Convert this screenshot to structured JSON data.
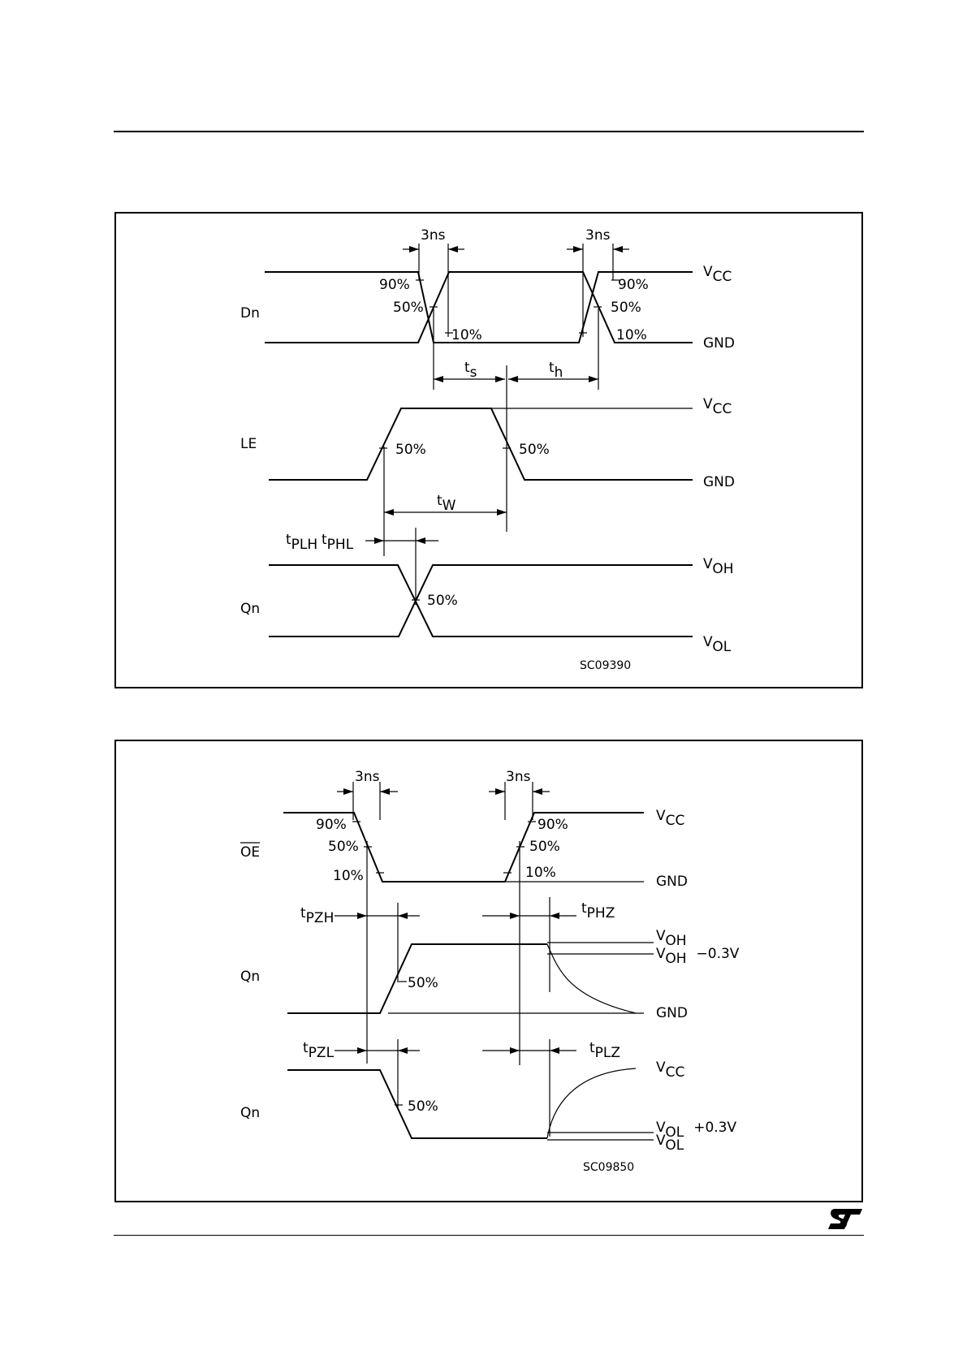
{
  "diagram1": {
    "signals": {
      "dn": "Dn",
      "le": "LE",
      "qn": "Qn"
    },
    "rail_labels": {
      "vcc1": {
        "main": "V",
        "sub": "CC"
      },
      "gnd1": "GND",
      "vcc2": {
        "main": "V",
        "sub": "CC"
      },
      "gnd2": "GND",
      "voh": {
        "main": "V",
        "sub": "OH"
      },
      "vol": {
        "main": "V",
        "sub": "OL"
      }
    },
    "edge_time_left": "3ns",
    "edge_time_right": "3ns",
    "levels": {
      "dn_l90": "90%",
      "dn_l50": "50%",
      "dn_l10": "10%",
      "dn_r90": "90%",
      "dn_r50": "50%",
      "dn_r10": "10%",
      "le_l50": "50%",
      "le_r50": "50%",
      "qn_50": "50%"
    },
    "timings": {
      "ts": {
        "main": "t",
        "sub": "s"
      },
      "th": {
        "main": "t",
        "sub": "h"
      },
      "tw": {
        "main": "t",
        "sub": "W"
      },
      "tplh": {
        "main": "t",
        "sub": "PLH"
      },
      "tphl": {
        "main": "t",
        "sub": "PHL"
      }
    },
    "figure_code": "SC09390"
  },
  "diagram2": {
    "signals": {
      "oe": "OE",
      "qn1": "Qn",
      "qn2": "Qn"
    },
    "rail_labels": {
      "vcc1": {
        "main": "V",
        "sub": "CC"
      },
      "gnd1": "GND",
      "voh": {
        "main": "V",
        "sub": "OH"
      },
      "voh_minus": {
        "main": "V",
        "sub": "OH",
        "suffix": "−0.3V"
      },
      "gnd2": "GND",
      "vcc2": {
        "main": "V",
        "sub": "CC"
      },
      "vol_plus": {
        "main": "V",
        "sub": "OL",
        "suffix": "+0.3V"
      },
      "vol": {
        "main": "V",
        "sub": "OL"
      }
    },
    "edge_time_left": "3ns",
    "edge_time_right": "3ns",
    "levels": {
      "oe_l90": "90%",
      "oe_l50": "50%",
      "oe_l10": "10%",
      "oe_r90": "90%",
      "oe_r50": "50%",
      "oe_r10": "10%",
      "qn1_50": "50%",
      "qn2_50": "50%"
    },
    "timings": {
      "tpzh": {
        "main": "t",
        "sub": "PZH"
      },
      "tphz": {
        "main": "t",
        "sub": "PHZ"
      },
      "tpzl": {
        "main": "t",
        "sub": "PZL"
      },
      "tplz": {
        "main": "t",
        "sub": "PLZ"
      }
    },
    "figure_code": "SC09850"
  },
  "footer": {
    "logo_icon": "st-logo-icon"
  }
}
